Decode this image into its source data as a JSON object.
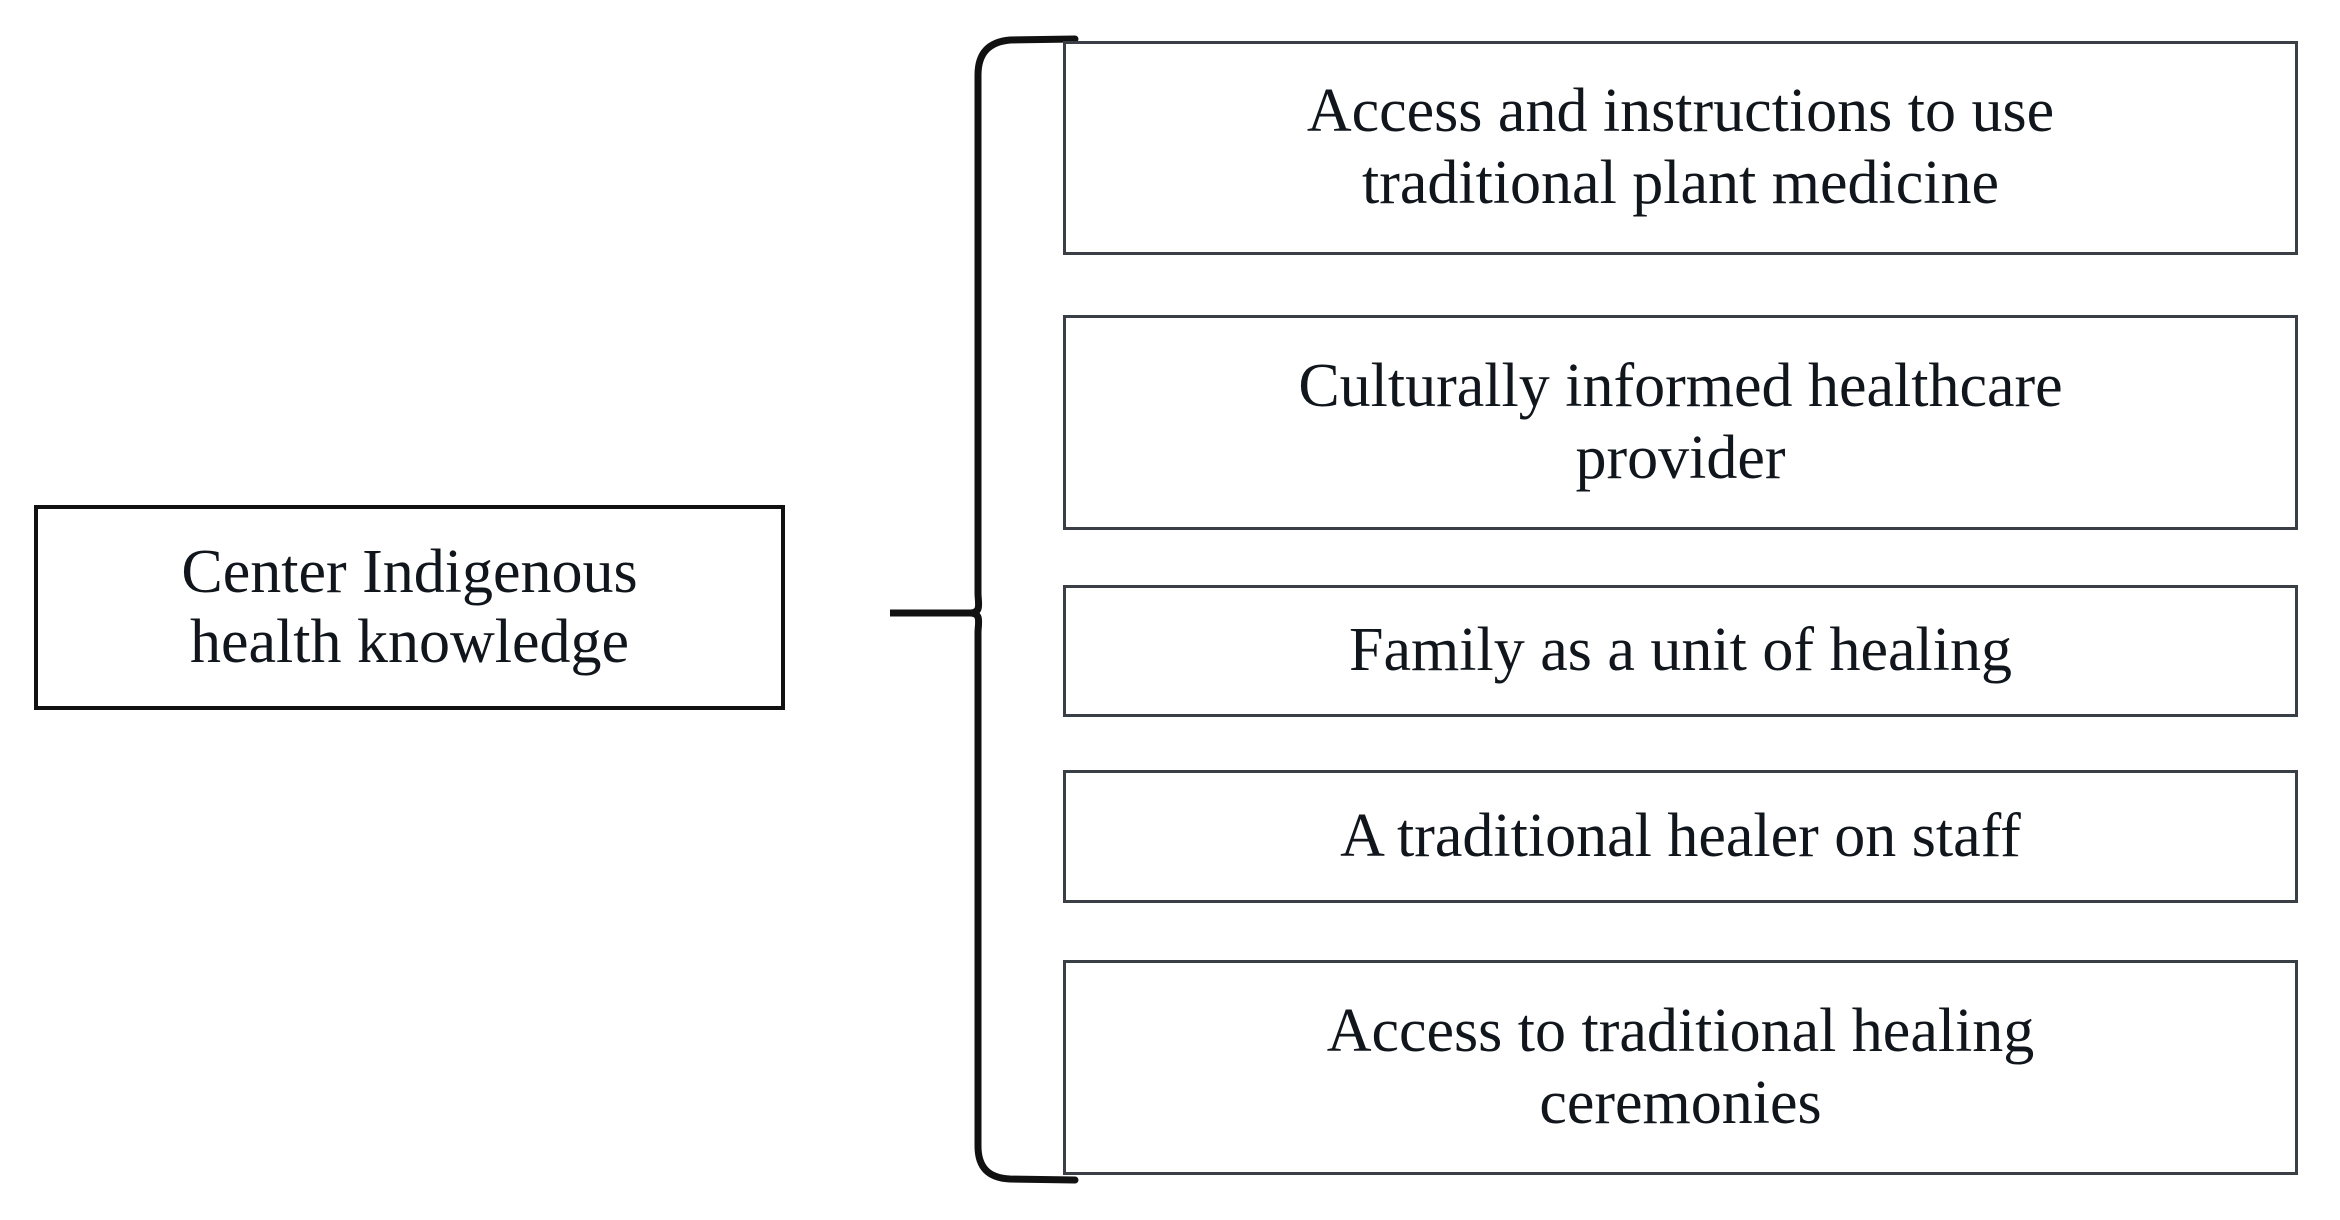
{
  "diagram": {
    "type": "brace-tree",
    "title": "Center Indigenous health knowledge",
    "root": {
      "label": "Center Indigenous\nhealth knowledge"
    },
    "connector": {
      "style": "curly-brace",
      "orientation": "left-pointing",
      "color": "#111111"
    },
    "branches": [
      {
        "label": "Access and instructions to use\ntraditional plant medicine"
      },
      {
        "label": "Culturally informed healthcare\nprovider"
      },
      {
        "label": "Family as a unit of healing"
      },
      {
        "label": "A traditional healer on staff"
      },
      {
        "label": "Access to traditional healing\nceremonies"
      }
    ],
    "colors": {
      "background": "#ffffff",
      "text": "#11161c",
      "root_border": "#111111",
      "branch_border": "#3a3f45"
    }
  }
}
